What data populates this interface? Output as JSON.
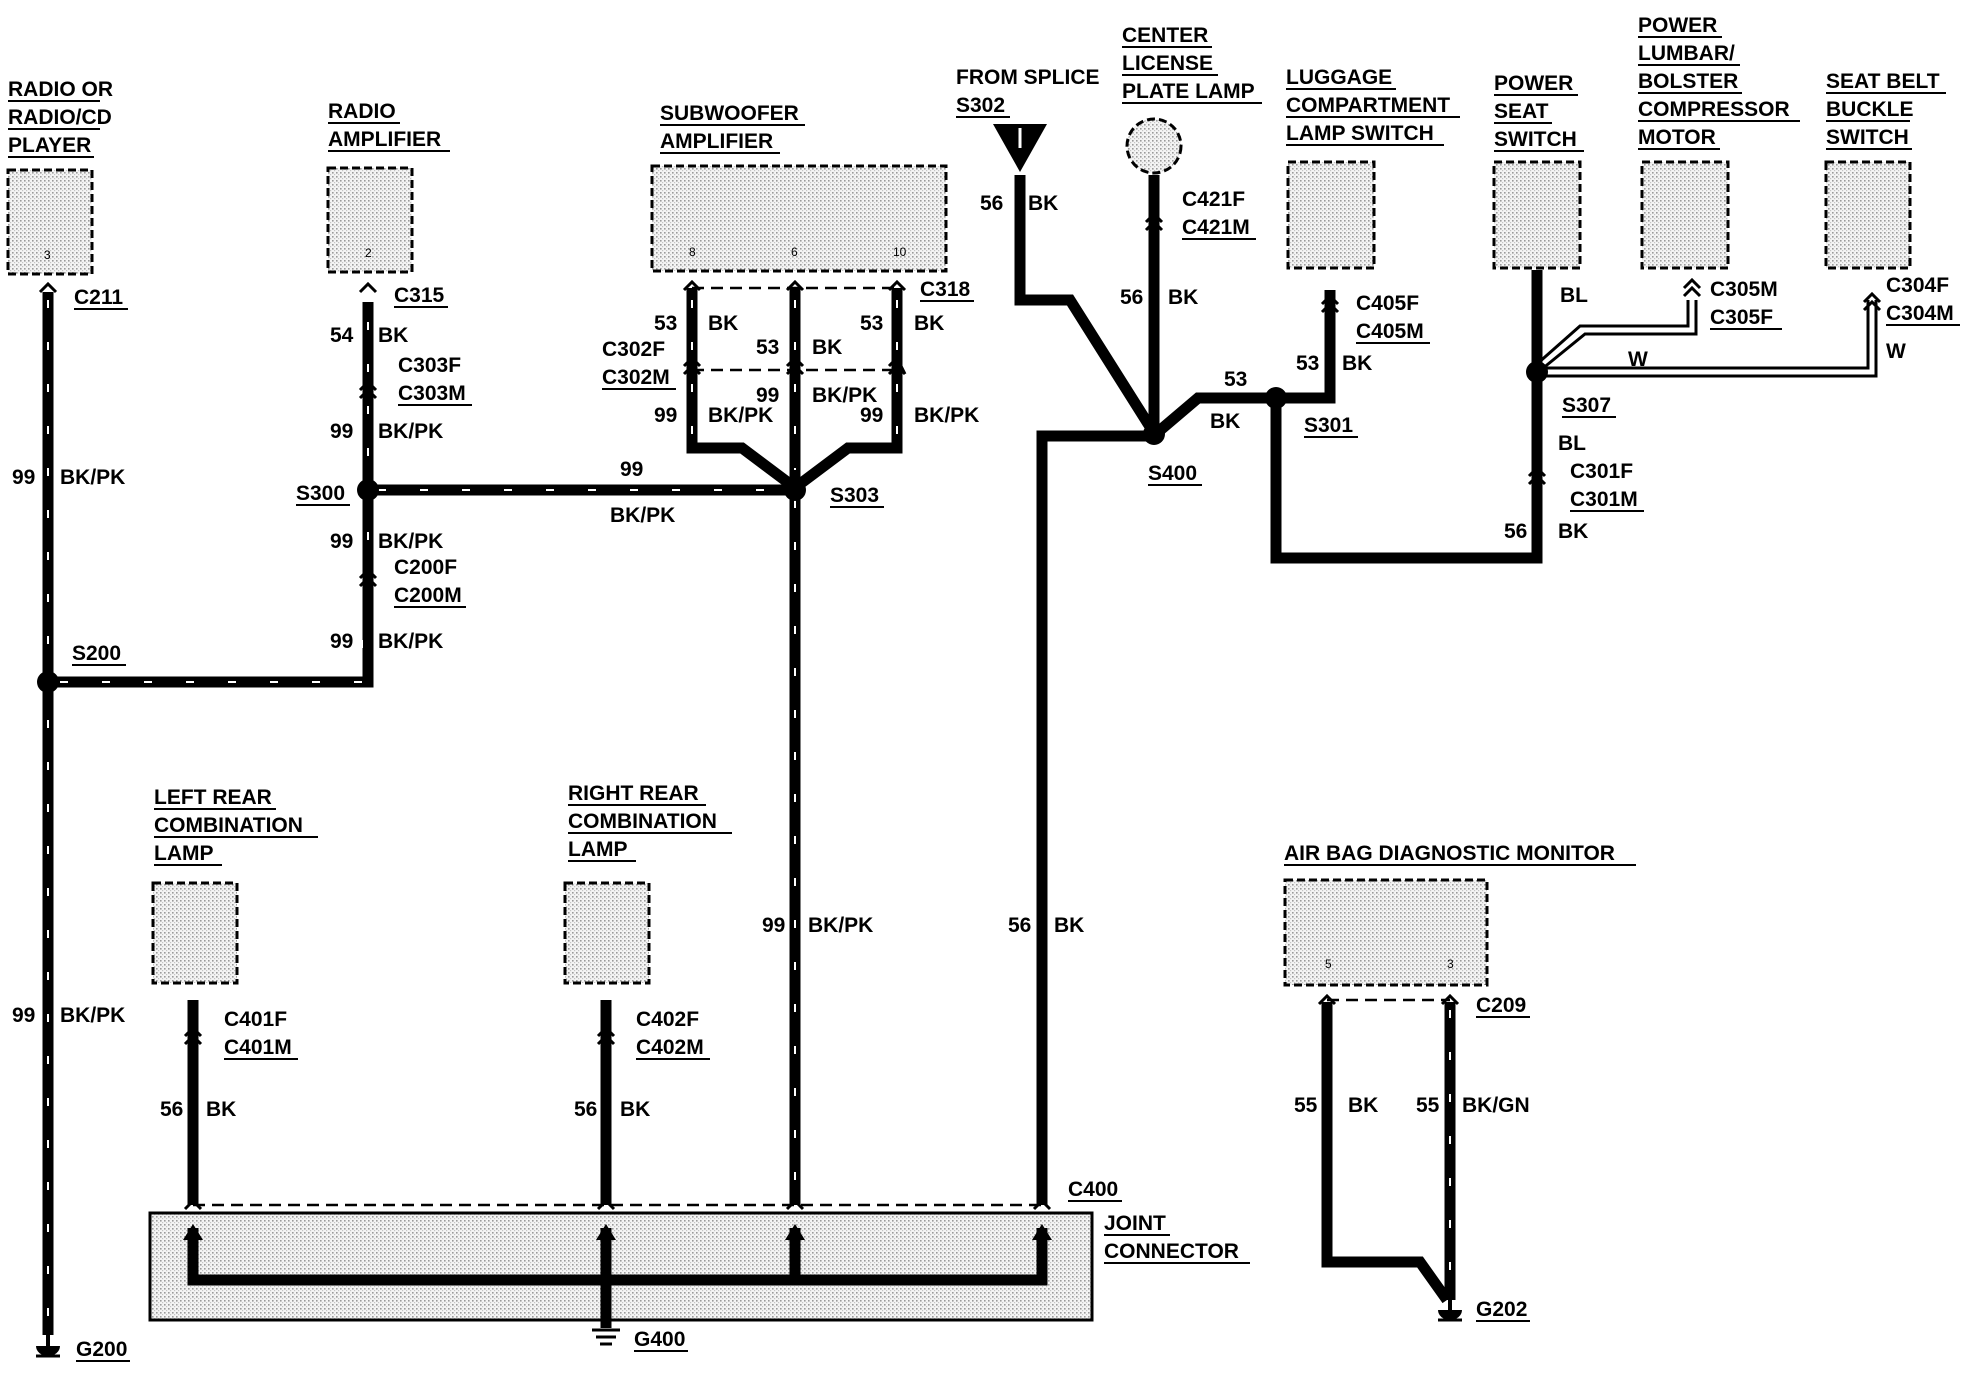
{
  "components": {
    "radio": [
      "RADIO OR",
      "RADIO/CD",
      "PLAYER"
    ],
    "radio_amp": [
      "RADIO",
      "AMPLIFIER"
    ],
    "subwoofer": [
      "SUBWOOFER",
      "AMPLIFIER"
    ],
    "from_splice": [
      "FROM SPLICE",
      "S302"
    ],
    "license_lamp": [
      "CENTER",
      "LICENSE",
      "PLATE LAMP"
    ],
    "luggage": [
      "LUGGAGE",
      "COMPARTMENT",
      "LAMP SWITCH"
    ],
    "power_seat": [
      "POWER",
      "SEAT",
      "SWITCH"
    ],
    "lumbar": [
      "POWER",
      "LUMBAR/",
      "BOLSTER",
      "COMPRESSOR",
      "MOTOR"
    ],
    "seat_belt": [
      "SEAT BELT",
      "BUCKLE",
      "SWITCH"
    ],
    "left_rear": [
      "LEFT REAR",
      "COMBINATION",
      "LAMP"
    ],
    "right_rear": [
      "RIGHT REAR",
      "COMBINATION",
      "LAMP"
    ],
    "airbag": [
      "AIR BAG DIAGNOSTIC MONITOR"
    ],
    "joint": [
      "JOINT",
      "CONNECTOR"
    ]
  },
  "pins": {
    "radio": "3",
    "radio_amp": "2",
    "sub_a": "8",
    "sub_b": "6",
    "sub_c": "10",
    "airbag_a": "5",
    "airbag_b": "3"
  },
  "connectors": {
    "c211": "C211",
    "c315": "C315",
    "c318": "C318",
    "c303f": "C303F",
    "c303m": "C303M",
    "c302f": "C302F",
    "c302m": "C302M",
    "c200f": "C200F",
    "c200m": "C200M",
    "c421f": "C421F",
    "c421m": "C421M",
    "c405f": "C405F",
    "c405m": "C405M",
    "c305m": "C305M",
    "c305f": "C305F",
    "c304f": "C304F",
    "c304m": "C304M",
    "c301f": "C301F",
    "c301m": "C301M",
    "c401f": "C401F",
    "c401m": "C401M",
    "c402f": "C402F",
    "c402m": "C402M",
    "c209": "C209",
    "c400": "C400"
  },
  "splices": {
    "s200": "S200",
    "s300": "S300",
    "s303": "S303",
    "s400": "S400",
    "s301": "S301",
    "s307": "S307"
  },
  "grounds": {
    "g200": "G200",
    "g400": "G400",
    "g202": "G202"
  },
  "circuits": {
    "n99": "99",
    "n54": "54",
    "n53": "53",
    "n56": "56",
    "n55": "55",
    "bkpk": "BK/PK",
    "bk": "BK",
    "bkgn": "BK/GN",
    "bl": "BL",
    "w": "W"
  }
}
